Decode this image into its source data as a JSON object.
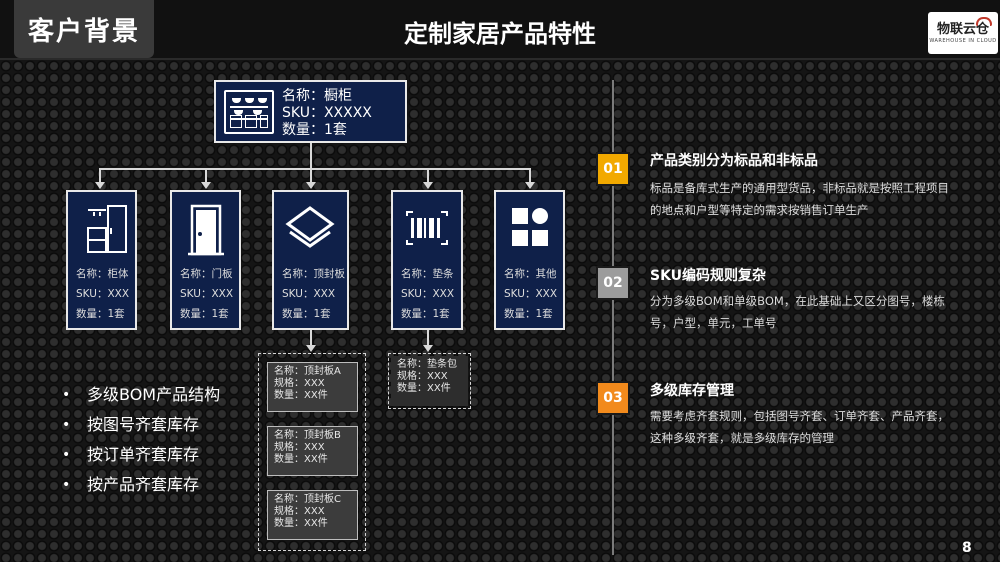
{
  "header": {
    "section_title": "客户背景",
    "page_title": "定制家居产品特性",
    "logo": {
      "main": "物联云仓",
      "sub": "WAREHOUSE IN CLOUD"
    }
  },
  "root": {
    "icon": "cabinet-icon",
    "name": "名称：橱柜",
    "sku": "SKU：XXXXX",
    "qty": "数量：1套"
  },
  "children": [
    {
      "icon": "wardrobe-icon",
      "name": "名称：柜体",
      "sku": "SKU：XXX",
      "qty": "数量：1套"
    },
    {
      "icon": "door-icon",
      "name": "名称：门板",
      "sku": "SKU：XXX",
      "qty": "数量：1套"
    },
    {
      "icon": "layers-icon",
      "name": "名称：顶封板",
      "sku": "SKU：XXX",
      "qty": "数量：1套"
    },
    {
      "icon": "barcode-icon",
      "name": "名称：垫条",
      "sku": "SKU：XXX",
      "qty": "数量：1套"
    },
    {
      "icon": "grid-icon",
      "name": "名称：其他",
      "sku": "SKU：XXX",
      "qty": "数量：1套"
    }
  ],
  "sub_items_top_panel": [
    {
      "name": "名称：顶封板A",
      "spec": "规格：XXX",
      "qty": "数量：XX件"
    },
    {
      "name": "名称：顶封板B",
      "spec": "规格：XXX",
      "qty": "数量：XX件"
    },
    {
      "name": "名称：顶封板C",
      "spec": "规格：XXX",
      "qty": "数量：XX件"
    }
  ],
  "sub_items_strip": [
    {
      "name": "名称：垫条包",
      "spec": "规格：XXX",
      "qty": "数量：XX件"
    }
  ],
  "bullets": [
    "多级BOM产品结构",
    "按图号齐套库存",
    "按订单齐套库存",
    "按产品齐套库存"
  ],
  "points": [
    {
      "num": "01",
      "color": "#f2a900",
      "title": "产品类别分为标品和非标品",
      "desc": "标品是备库式生产的通用型货品，非标品就是按照工程项目的地点和户型等特定的需求按销售订单生产"
    },
    {
      "num": "02",
      "color": "#9c9c9c",
      "title": "SKU编码规则复杂",
      "desc": "分为多级BOM和单级BOM，在此基础上又区分图号，楼栋号，户型，单元，工单号"
    },
    {
      "num": "03",
      "color": "#f28a1c",
      "title": "多级库存管理",
      "desc": "需要考虑齐套规则，包括图号齐套、订单齐套、产品齐套，这种多级齐套，就是多级库存的管理"
    }
  ],
  "page_number": "8"
}
